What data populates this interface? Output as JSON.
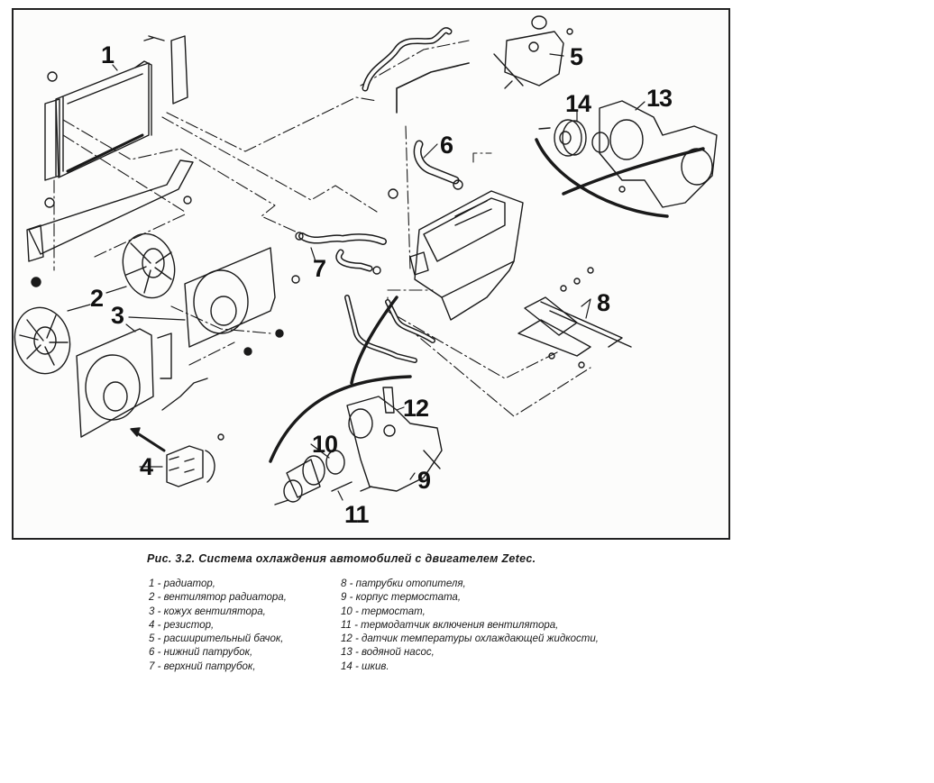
{
  "figure": {
    "caption": "Рис. 3.2. Система охлаждения автомобилей с двигателем Zetec.",
    "callouts": [
      {
        "num": "1",
        "part": "radiator"
      },
      {
        "num": "2",
        "part": "radiator-fan"
      },
      {
        "num": "3",
        "part": "fan-shroud"
      },
      {
        "num": "4",
        "part": "resistor"
      },
      {
        "num": "5",
        "part": "expansion-tank"
      },
      {
        "num": "6",
        "part": "lower-hose"
      },
      {
        "num": "7",
        "part": "upper-hose"
      },
      {
        "num": "8",
        "part": "heater-hoses"
      },
      {
        "num": "9",
        "part": "thermostat-housing"
      },
      {
        "num": "10",
        "part": "thermostat"
      },
      {
        "num": "11",
        "part": "fan-thermo-switch"
      },
      {
        "num": "12",
        "part": "coolant-temp-sensor"
      },
      {
        "num": "13",
        "part": "water-pump"
      },
      {
        "num": "14",
        "part": "pulley"
      }
    ]
  },
  "legend": {
    "left": [
      "1 - радиатор,",
      "2 - вентилятор радиатора,",
      "3 - кожух вентилятора,",
      "4 - резистор,",
      "5 - расширительный бачок,",
      "6 - нижний патрубок,",
      "7 - верхний патрубок,"
    ],
    "right": [
      "8 - патрубки отопителя,",
      "9 - корпус термостата,",
      "10 - термостат,",
      "11 - термодатчик включения вентилятора,",
      "12 - датчик температуры охлаждающей жидкости,",
      "13 - водяной насос,",
      "14 - шкив."
    ]
  }
}
